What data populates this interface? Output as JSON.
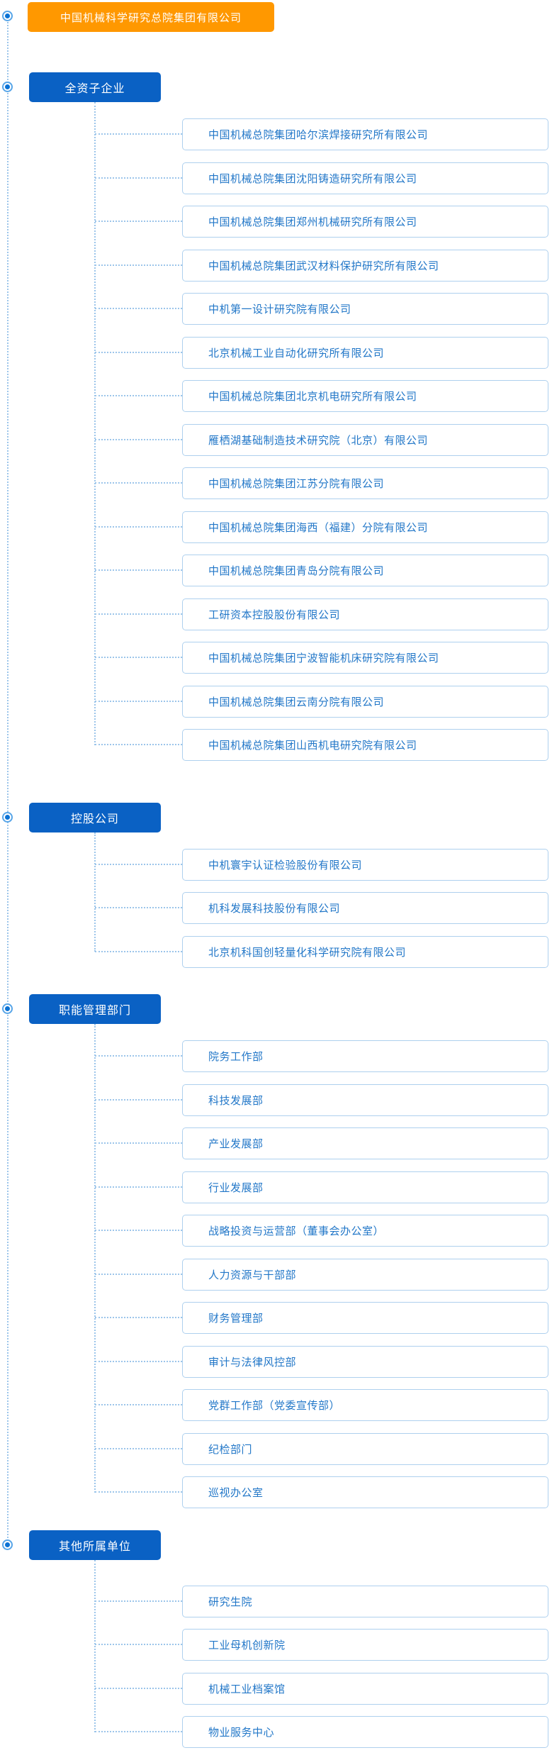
{
  "root": {
    "label": "中国机械科学研究总院集团有限公司"
  },
  "colors": {
    "root_box": "#ff9800",
    "category_box": "#0a61c4",
    "item_text": "#2277c8",
    "item_border": "#aed0ee",
    "connector_dotted": "#9cc5ea",
    "bullseye_ring": "#57a5e8",
    "bullseye_dot": "#0b72d4",
    "background": "#ffffff"
  },
  "icons": {
    "node_marker": "bullseye-icon"
  },
  "sections": [
    {
      "label": "全资子企业",
      "children": [
        "中国机械总院集团哈尔滨焊接研究所有限公司",
        "中国机械总院集团沈阳铸造研究所有限公司",
        "中国机械总院集团郑州机械研究所有限公司",
        "中国机械总院集团武汉材料保护研究所有限公司",
        "中机第一设计研究院有限公司",
        "北京机械工业自动化研究所有限公司",
        "中国机械总院集团北京机电研究所有限公司",
        "雁栖湖基础制造技术研究院（北京）有限公司",
        "中国机械总院集团江苏分院有限公司",
        "中国机械总院集团海西（福建）分院有限公司",
        "中国机械总院集团青岛分院有限公司",
        "工研资本控股股份有限公司",
        "中国机械总院集团宁波智能机床研究院有限公司",
        "中国机械总院集团云南分院有限公司",
        "中国机械总院集团山西机电研究院有限公司"
      ]
    },
    {
      "label": "控股公司",
      "children": [
        "中机寰宇认证检验股份有限公司",
        "机科发展科技股份有限公司",
        "北京机科国创轻量化科学研究院有限公司"
      ]
    },
    {
      "label": "职能管理部门",
      "children": [
        "院务工作部",
        "科技发展部",
        "产业发展部",
        "行业发展部",
        "战略投资与运营部（董事会办公室）",
        "人力资源与干部部",
        "财务管理部",
        "审计与法律风控部",
        "党群工作部（党委宣传部）",
        "纪检部门",
        "巡视办公室"
      ]
    },
    {
      "label": "其他所属单位",
      "children": [
        "研究生院",
        "工业母机创新院",
        "机械工业档案馆",
        "物业服务中心"
      ]
    }
  ]
}
